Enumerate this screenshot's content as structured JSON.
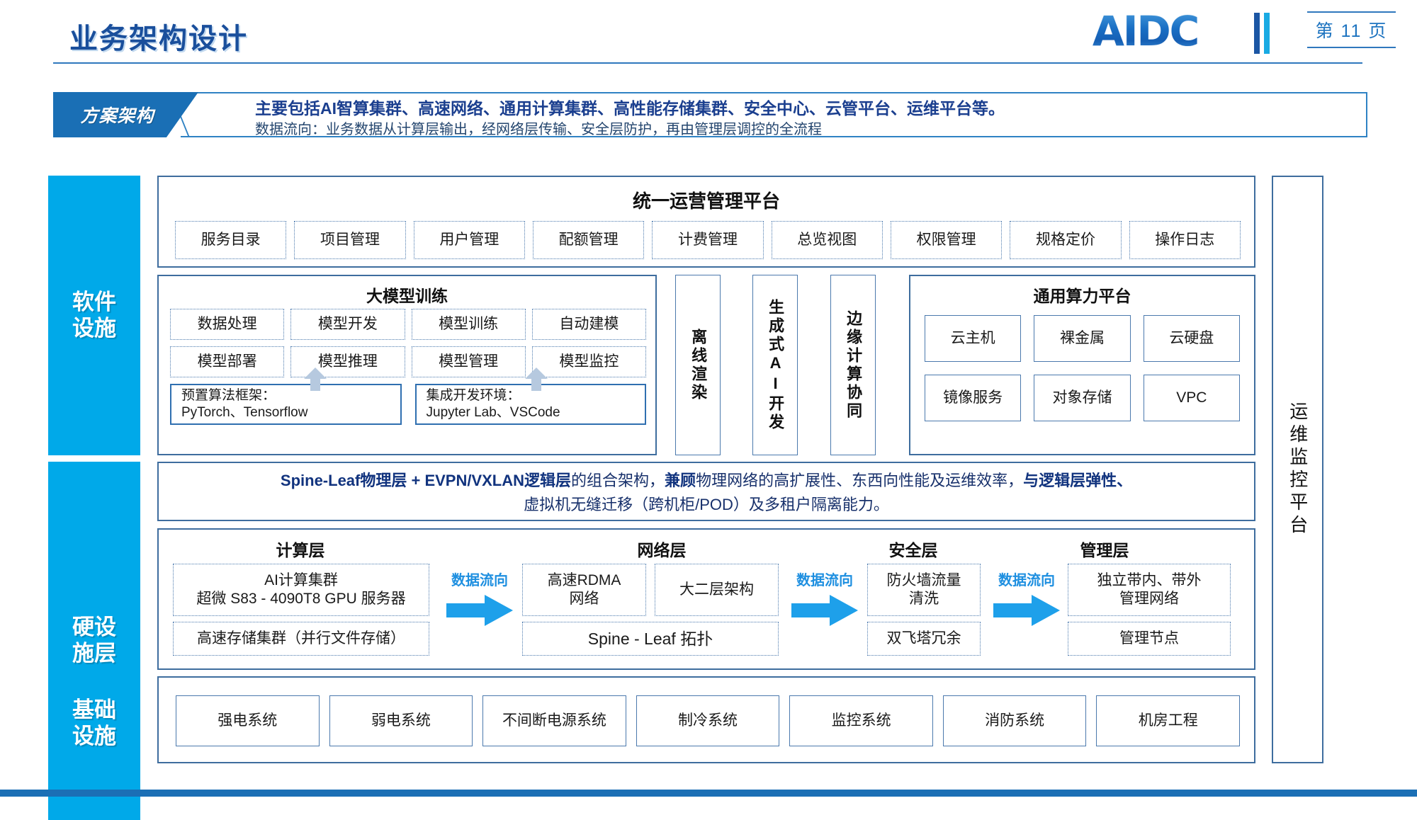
{
  "header": {
    "title": "业务架构设计",
    "logo": "AIDC",
    "page_label": "第 11 页"
  },
  "banner": {
    "tag": "方案架构",
    "line1": "主要包括AI智算集群、高速网络、通用计算集群、高性能存储集群、安全中心、云管平台、运维平台等。",
    "line2": "数据流向：业务数据从计算层输出，经网络层传输、安全层防护，再由管理层调控的全流程"
  },
  "layers": {
    "software": "软件\n设施",
    "hardware": "硬设\n施层",
    "infra": "基础\n设施"
  },
  "ops_column": "运维监控平台",
  "platform": {
    "title": "统一运营管理平台",
    "modules": [
      "服务目录",
      "项目管理",
      "用户管理",
      "配额管理",
      "计费管理",
      "总览视图",
      "权限管理",
      "规格定价",
      "操作日志"
    ]
  },
  "training": {
    "title": "大模型训练",
    "items": [
      "数据处理",
      "模型开发",
      "模型训练",
      "自动建模",
      "模型部署",
      "模型推理",
      "模型管理",
      "模型监控"
    ],
    "notes": [
      {
        "line1": "预置算法框架：",
        "line2": "PyTorch、Tensorflow"
      },
      {
        "line1": "集成开发环境：",
        "line2": "Jupyter Lab、VSCode"
      }
    ]
  },
  "vertical_services": [
    "离线渲染",
    "生成式AI开发",
    "边缘计算协同"
  ],
  "general_compute": {
    "title": "通用算力平台",
    "items": [
      "云主机",
      "裸金属",
      "云硬盘",
      "镜像服务",
      "对象存储",
      "VPC"
    ]
  },
  "network_summary": {
    "strong1": "Spine-Leaf物理层 + EVPN/VXLAN逻辑层",
    "mid1": "的组合架构，",
    "strong2": "兼顾",
    "mid2": "物理网络的高扩展性、东西向性能及运维效率，",
    "strong3": "与逻辑层弹性、",
    "line2": "虚拟机无缝迁移（跨机柜/POD）及多租户隔离能力。"
  },
  "hardware": {
    "columns": [
      {
        "title": "计算层",
        "primary_line1": "AI计算集群",
        "primary_line2": "超微 S83 - 4090T8 GPU 服务器",
        "secondary": "高速存储集群（并行文件存储）"
      },
      {
        "title": "网络层",
        "boxes": [
          "高速RDMA\n网络",
          "大二层架构"
        ],
        "secondary": "Spine - Leaf 拓扑"
      },
      {
        "title": "安全层",
        "boxes": [
          "防火墙流量\n清洗"
        ],
        "secondary": "双飞塔冗余"
      },
      {
        "title": "管理层",
        "boxes": [
          "独立带内、带外\n管理网络"
        ],
        "secondary": "管理节点"
      }
    ],
    "flow_labels": [
      "数据流向",
      "数据流向",
      "数据流向"
    ]
  },
  "infrastructure": {
    "items": [
      "强电系统",
      "弱电系统",
      "不间断电源系统",
      "制冷系统",
      "监控系统",
      "消防系统",
      "机房工程"
    ]
  },
  "colors": {
    "accent_cyan": "#00a9e9",
    "brand_blue": "#1a6fb5",
    "title_blue": "#1a4f9c",
    "flow_blue": "#1e8fe0"
  }
}
